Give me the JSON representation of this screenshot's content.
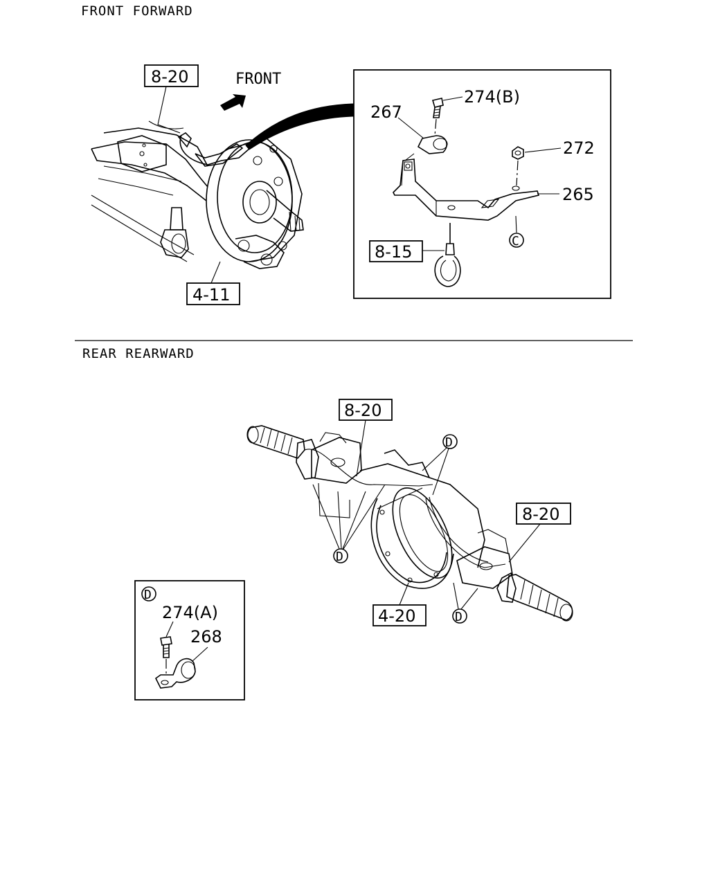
{
  "sections": {
    "front_title": "FRONT FORWARD",
    "rear_title": "REAR REARWARD"
  },
  "front": {
    "direction_label": "FRONT",
    "refs": {
      "r820": "8-20",
      "r411": "4-11",
      "r815": "8-15"
    },
    "parts": {
      "p267": "267",
      "p274b": "274(B)",
      "p272": "272",
      "p265": "265",
      "c_marker": "C"
    }
  },
  "rear": {
    "refs": {
      "r820_top": "8-20",
      "r820_right": "8-20",
      "r420": "4-20"
    },
    "markers": {
      "d_top": "D",
      "d_mid": "D",
      "d_bot": "D",
      "d_detail": "D"
    },
    "parts": {
      "p274a": "274(A)",
      "p268": "268"
    }
  }
}
